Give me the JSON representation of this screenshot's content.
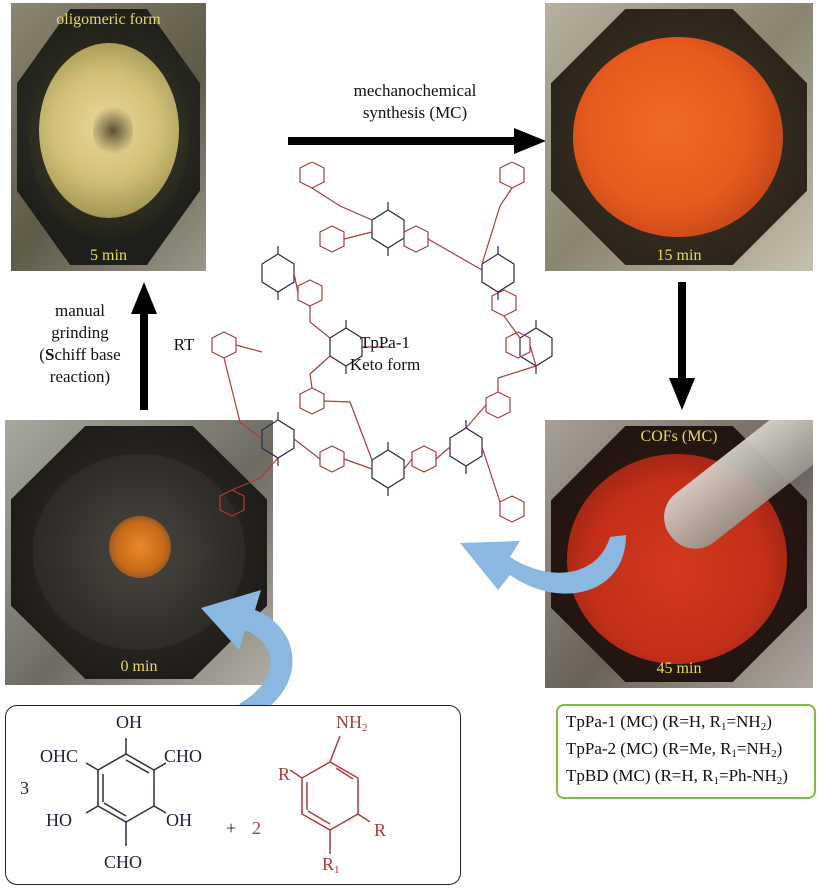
{
  "photos": {
    "top_left": {
      "top_label": "oligomeric form",
      "bottom_label": "5 min"
    },
    "top_right": {
      "top_label": "",
      "bottom_label": "15 min"
    },
    "bottom_right": {
      "top_label": "COFs (MC)",
      "bottom_label": "45 min"
    },
    "bottom_left": {
      "top_label": "",
      "bottom_label": "0 min"
    }
  },
  "arrows": {
    "top": {
      "line1": "mechanochemical",
      "line2": "synthesis (MC)"
    },
    "left": {
      "line1": "manual",
      "line2": "grinding",
      "line3_bold": "S",
      "line3_rest": "chiff base",
      "line4": "reaction)",
      "line3_prefix": "(",
      "side_label": "RT"
    }
  },
  "center": {
    "line1": "TpPa-1",
    "line2": "Keto form"
  },
  "reactants": {
    "coefficient1": "3",
    "plus": "+",
    "coefficient2": "2",
    "oh_top": "OH",
    "cho_left": "OHC",
    "cho_right": "CHO",
    "ho_left": "HO",
    "oh_right": "OH",
    "cho_bottom": "CHO",
    "nh2": "NH",
    "nh2_sub": "2",
    "r_left": "R",
    "r_right": "R",
    "r1": "R",
    "r1_sub": "1"
  },
  "products": [
    {
      "prefix": "TpPa-1 (MC) (R=H, R",
      "sub1": "1",
      "mid": "=NH",
      "sub2": "2",
      "suffix": ")"
    },
    {
      "prefix": "TpPa-2 (MC) (R=Me, R",
      "sub1": "1",
      "mid": "=NH",
      "sub2": "2",
      "suffix": ")"
    },
    {
      "prefix": "TpBD (MC) (R=H, R",
      "sub1": "1",
      "mid": "=Ph-NH",
      "sub2": "2",
      "suffix": ")"
    }
  ],
  "colors": {
    "arrow": "#000000",
    "curved_arrow": "#8ab8e0",
    "box_border": "#7cbf3c",
    "label_yellow": "#e8dc5a",
    "structure_red": "#b03a3a",
    "structure_dark": "#2a2a48"
  }
}
